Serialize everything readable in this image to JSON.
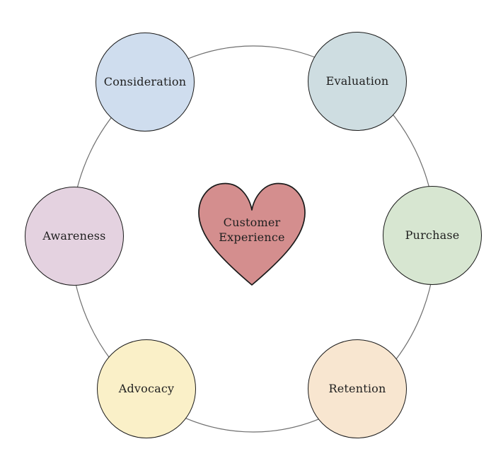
{
  "diagram": {
    "type": "cycle-diagram",
    "background": "#ffffff",
    "text_color": "#1f1f1f",
    "ring": {
      "stroke": "#6f6f6f"
    },
    "node_stroke": "#1a1a1a",
    "center": {
      "label": "Customer Experience",
      "shape": "heart",
      "fill": "#d48e8e",
      "stroke": "#1a1a1a"
    },
    "nodes": [
      {
        "label": "Awareness",
        "fill": "#e4d2e0"
      },
      {
        "label": "Consideration",
        "fill": "#cfddee"
      },
      {
        "label": "Evaluation",
        "fill": "#cedde1"
      },
      {
        "label": "Purchase",
        "fill": "#d7e6d1"
      },
      {
        "label": "Retention",
        "fill": "#f8e6d0"
      },
      {
        "label": "Advocacy",
        "fill": "#faf0c8"
      }
    ]
  }
}
